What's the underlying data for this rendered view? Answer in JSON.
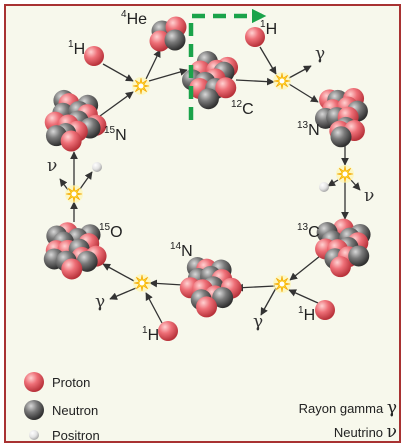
{
  "nuclei": {
    "c12": {
      "mass": "12",
      "symbol": "C"
    },
    "n13": {
      "mass": "13",
      "symbol": "N"
    },
    "c13": {
      "mass": "13",
      "symbol": "C"
    },
    "n14": {
      "mass": "14",
      "symbol": "N"
    },
    "o15": {
      "mass": "15",
      "symbol": "O"
    },
    "n15": {
      "mass": "15",
      "symbol": "N"
    },
    "he4": {
      "mass": "4",
      "symbol": "He"
    }
  },
  "hydrogen": {
    "mass": "1",
    "symbol": "H"
  },
  "symbols": {
    "gamma": "γ",
    "nu": "ν"
  },
  "legend": {
    "proton": "Proton",
    "neutron": "Neutron",
    "positron": "Positron",
    "gamma_label": "Rayon gamma",
    "neutrino_label": "Neutrino"
  },
  "colors": {
    "proton": "#e8626b",
    "neutron": "#707070",
    "positron": "#e6e6e6",
    "flash": "#ffe14a",
    "highlight_arrow": "#1aa34a",
    "frame": "#a83232"
  }
}
